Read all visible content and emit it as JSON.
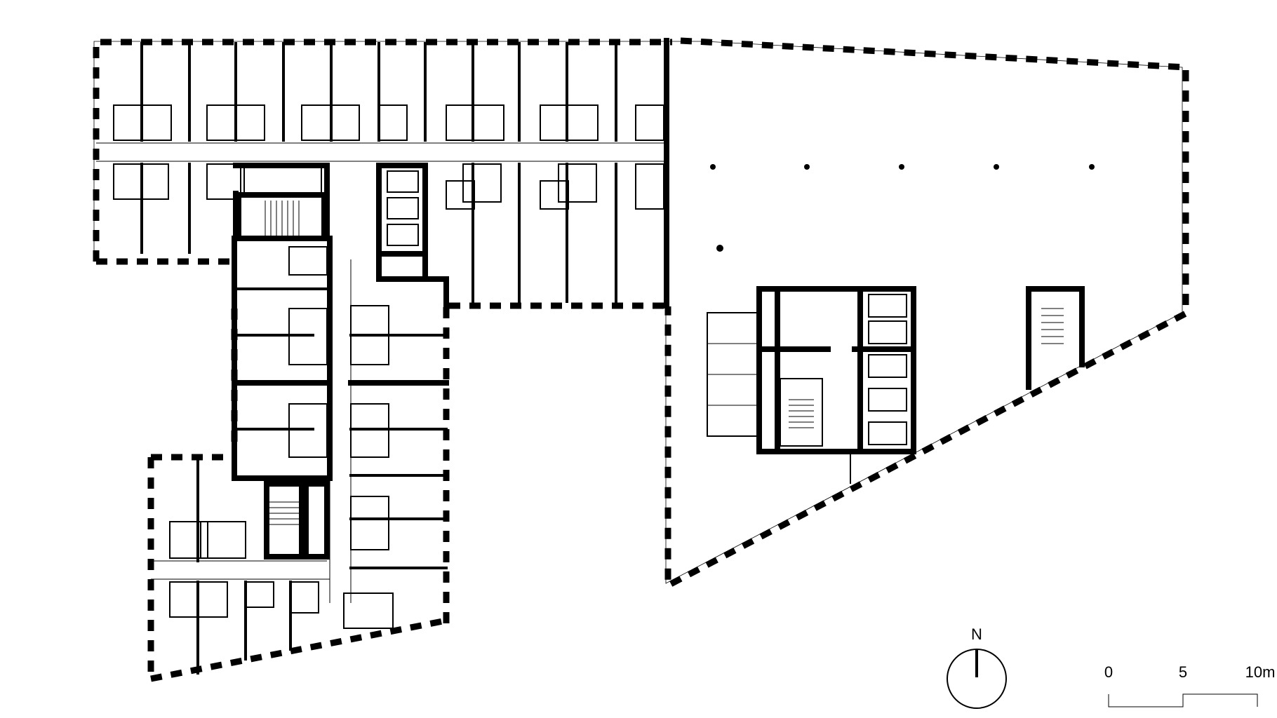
{
  "compass": {
    "north_label": "N"
  },
  "scale_bar": {
    "ticks": [
      "0",
      "5",
      "10m"
    ]
  }
}
